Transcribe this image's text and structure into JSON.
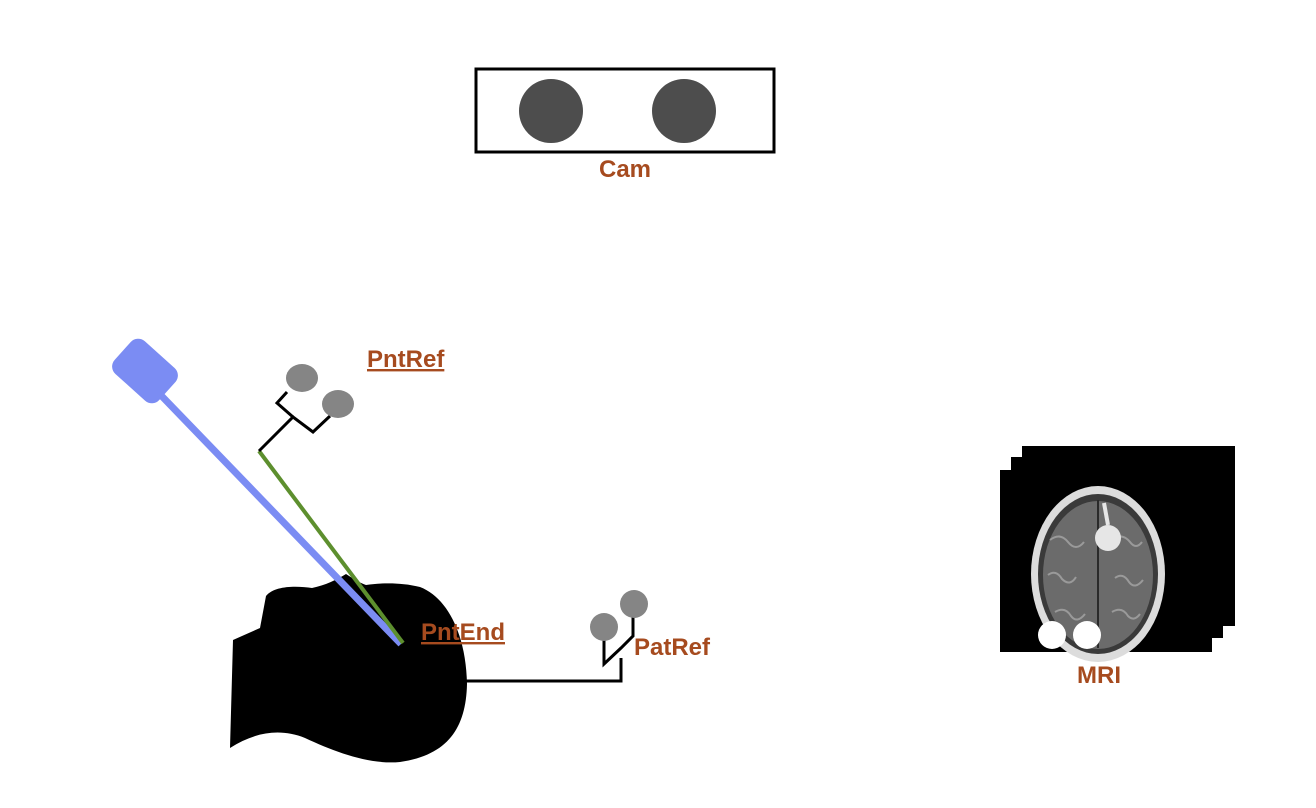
{
  "labels": {
    "camera": "Cam",
    "pointer_reference": "PntRef",
    "pointer_end": "PntEnd",
    "patient_reference": "PatRef",
    "mri": "MRI"
  },
  "colors": {
    "label": "#a64b1f",
    "pointer_body": "#7b8cf3",
    "pointer_tip_line": "#5d8f2e",
    "camera_lens": "#4d4d4d",
    "marker_sphere": "#858585",
    "mri_marker": "#ffffff",
    "head_silhouette": "#000000"
  },
  "icons": {
    "camera": "stereo-camera-icon",
    "head": "head-silhouette-icon",
    "pointer": "pointer-tool-icon",
    "mri_stack": "mri-image-stack-icon"
  }
}
